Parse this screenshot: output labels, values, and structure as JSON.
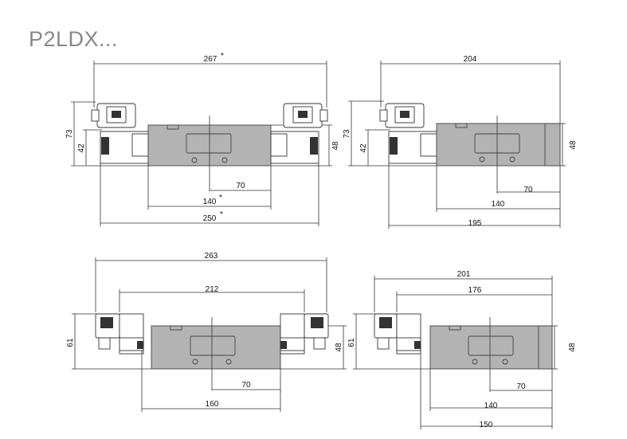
{
  "title": "P2LDX...",
  "drawings": {
    "top_left": {
      "overall_top": "267",
      "height_total": "73",
      "height_coil": "42",
      "height_body": "48",
      "port_offset": "70",
      "body_length": "140",
      "overall_bottom": "250"
    },
    "top_right": {
      "overall_top": "204",
      "height_total": "73",
      "height_coil": "42",
      "height_body": "48",
      "port_offset": "70",
      "body_length": "140",
      "overall_bottom": "195"
    },
    "bottom_left": {
      "overall_top": "263",
      "inner_top": "212",
      "height_total": "61",
      "height_body": "48",
      "port_offset": "70",
      "overall_bottom": "160"
    },
    "bottom_right": {
      "overall_top": "201",
      "inner_top": "176",
      "height_total": "61",
      "height_body": "48",
      "port_offset": "70",
      "body_length": "140",
      "overall_bottom": "150"
    }
  }
}
